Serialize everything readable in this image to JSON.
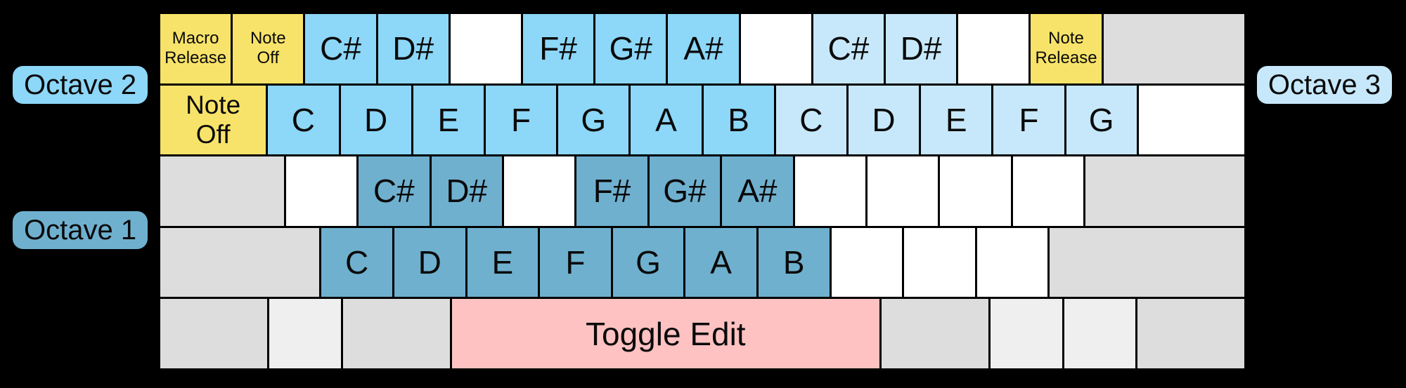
{
  "labels": {
    "octave1": "Octave 1",
    "octave2": "Octave 2",
    "octave3": "Octave 3"
  },
  "colors": {
    "background": "#000000",
    "key_border": "#000000",
    "text": "#0a0a0a",
    "yellow": "#f8e36a",
    "octave1_blue": "#6fb0cf",
    "octave2_blue": "#8dd7f8",
    "octave3_blue": "#c7e8fa",
    "blank_white": "#ffffff",
    "gray": "#dddddd",
    "gray_light": "#efefef",
    "pink": "#ffc2c2"
  },
  "keyboard": {
    "rows": [
      {
        "name": "number-row",
        "keys": [
          {
            "name": "key-macro-release",
            "label": "Macro\nRelease",
            "color": "yellow",
            "w": 1,
            "size": "sm"
          },
          {
            "name": "key-note-off",
            "label": "Note\nOff",
            "color": "yellow",
            "w": 1,
            "size": "sm"
          },
          {
            "name": "key-note-csharp2",
            "label": "C#",
            "color": "octave2",
            "w": 1,
            "size": "lg"
          },
          {
            "name": "key-note-dsharp2",
            "label": "D#",
            "color": "octave2",
            "w": 1,
            "size": "lg"
          },
          {
            "name": "key-unassigned",
            "label": "",
            "color": "blank",
            "w": 1
          },
          {
            "name": "key-note-fsharp2",
            "label": "F#",
            "color": "octave2",
            "w": 1,
            "size": "lg"
          },
          {
            "name": "key-note-gsharp2",
            "label": "G#",
            "color": "octave2",
            "w": 1,
            "size": "lg"
          },
          {
            "name": "key-note-asharp2",
            "label": "A#",
            "color": "octave2",
            "w": 1,
            "size": "lg"
          },
          {
            "name": "key-unassigned",
            "label": "",
            "color": "blank",
            "w": 1
          },
          {
            "name": "key-note-csharp3",
            "label": "C#",
            "color": "octave3",
            "w": 1,
            "size": "lg"
          },
          {
            "name": "key-note-dsharp3",
            "label": "D#",
            "color": "octave3",
            "w": 1,
            "size": "lg"
          },
          {
            "name": "key-unassigned",
            "label": "",
            "color": "blank",
            "w": 1
          },
          {
            "name": "key-note-release",
            "label": "Note\nRelease",
            "color": "yellow",
            "w": 1,
            "size": "sm"
          },
          {
            "name": "key-unmapped-gray",
            "label": "",
            "color": "gray",
            "w": 2
          }
        ]
      },
      {
        "name": "tab-row",
        "keys": [
          {
            "name": "key-note-off-2",
            "label": "Note\nOff",
            "color": "yellow",
            "w": 1.5,
            "size": "md"
          },
          {
            "name": "key-note-c2",
            "label": "C",
            "color": "octave2",
            "w": 1,
            "size": "lg"
          },
          {
            "name": "key-note-d2",
            "label": "D",
            "color": "octave2",
            "w": 1,
            "size": "lg"
          },
          {
            "name": "key-note-e2",
            "label": "E",
            "color": "octave2",
            "w": 1,
            "size": "lg"
          },
          {
            "name": "key-note-f2",
            "label": "F",
            "color": "octave2",
            "w": 1,
            "size": "lg"
          },
          {
            "name": "key-note-g2",
            "label": "G",
            "color": "octave2",
            "w": 1,
            "size": "lg"
          },
          {
            "name": "key-note-a2",
            "label": "A",
            "color": "octave2",
            "w": 1,
            "size": "lg"
          },
          {
            "name": "key-note-b2",
            "label": "B",
            "color": "octave2",
            "w": 1,
            "size": "lg"
          },
          {
            "name": "key-note-c3",
            "label": "C",
            "color": "octave3",
            "w": 1,
            "size": "lg"
          },
          {
            "name": "key-note-d3",
            "label": "D",
            "color": "octave3",
            "w": 1,
            "size": "lg"
          },
          {
            "name": "key-note-e3",
            "label": "E",
            "color": "octave3",
            "w": 1,
            "size": "lg"
          },
          {
            "name": "key-note-f3",
            "label": "F",
            "color": "octave3",
            "w": 1,
            "size": "lg"
          },
          {
            "name": "key-note-g3",
            "label": "G",
            "color": "octave3",
            "w": 1,
            "size": "lg"
          },
          {
            "name": "key-unassigned",
            "label": "",
            "color": "blank",
            "w": 1.5
          }
        ]
      },
      {
        "name": "home-row",
        "keys": [
          {
            "name": "key-unmapped-gray",
            "label": "",
            "color": "gray",
            "w": 1.75
          },
          {
            "name": "key-unassigned",
            "label": "",
            "color": "blank",
            "w": 1
          },
          {
            "name": "key-note-csharp1",
            "label": "C#",
            "color": "octave1",
            "w": 1,
            "size": "lg"
          },
          {
            "name": "key-note-dsharp1",
            "label": "D#",
            "color": "octave1",
            "w": 1,
            "size": "lg"
          },
          {
            "name": "key-unassigned",
            "label": "",
            "color": "blank",
            "w": 1
          },
          {
            "name": "key-note-fsharp1",
            "label": "F#",
            "color": "octave1",
            "w": 1,
            "size": "lg"
          },
          {
            "name": "key-note-gsharp1",
            "label": "G#",
            "color": "octave1",
            "w": 1,
            "size": "lg"
          },
          {
            "name": "key-note-asharp1",
            "label": "A#",
            "color": "octave1",
            "w": 1,
            "size": "lg"
          },
          {
            "name": "key-unassigned",
            "label": "",
            "color": "blank",
            "w": 1
          },
          {
            "name": "key-unassigned",
            "label": "",
            "color": "blank",
            "w": 1
          },
          {
            "name": "key-unassigned",
            "label": "",
            "color": "blank",
            "w": 1
          },
          {
            "name": "key-unassigned",
            "label": "",
            "color": "blank",
            "w": 1
          },
          {
            "name": "key-unmapped-gray",
            "label": "",
            "color": "gray",
            "w": 2.25
          }
        ]
      },
      {
        "name": "shift-row",
        "keys": [
          {
            "name": "key-unmapped-gray",
            "label": "",
            "color": "gray",
            "w": 2.25
          },
          {
            "name": "key-note-c1",
            "label": "C",
            "color": "octave1",
            "w": 1,
            "size": "lg"
          },
          {
            "name": "key-note-d1",
            "label": "D",
            "color": "octave1",
            "w": 1,
            "size": "lg"
          },
          {
            "name": "key-note-e1",
            "label": "E",
            "color": "octave1",
            "w": 1,
            "size": "lg"
          },
          {
            "name": "key-note-f1",
            "label": "F",
            "color": "octave1",
            "w": 1,
            "size": "lg"
          },
          {
            "name": "key-note-g1",
            "label": "G",
            "color": "octave1",
            "w": 1,
            "size": "lg"
          },
          {
            "name": "key-note-a1",
            "label": "A",
            "color": "octave1",
            "w": 1,
            "size": "lg"
          },
          {
            "name": "key-note-b1",
            "label": "B",
            "color": "octave1",
            "w": 1,
            "size": "lg"
          },
          {
            "name": "key-unassigned",
            "label": "",
            "color": "blank",
            "w": 1
          },
          {
            "name": "key-unassigned",
            "label": "",
            "color": "blank",
            "w": 1
          },
          {
            "name": "key-unassigned",
            "label": "",
            "color": "blank",
            "w": 1
          },
          {
            "name": "key-unmapped-gray",
            "label": "",
            "color": "gray",
            "w": 2.75
          }
        ]
      },
      {
        "name": "bottom-row",
        "keys": [
          {
            "name": "key-unmapped-gray",
            "label": "",
            "color": "gray",
            "w": 1.5
          },
          {
            "name": "key-unmapped-gray-light",
            "label": "",
            "color": "gray-light",
            "w": 1
          },
          {
            "name": "key-unmapped-gray",
            "label": "",
            "color": "gray",
            "w": 1.5
          },
          {
            "name": "key-toggle-edit",
            "label": "Toggle Edit",
            "color": "pink",
            "w": 6,
            "size": "lg"
          },
          {
            "name": "key-unmapped-gray",
            "label": "",
            "color": "gray",
            "w": 1.5
          },
          {
            "name": "key-unmapped-gray-light",
            "label": "",
            "color": "gray-light",
            "w": 1
          },
          {
            "name": "key-unmapped-gray-light",
            "label": "",
            "color": "gray-light",
            "w": 1
          },
          {
            "name": "key-unmapped-gray",
            "label": "",
            "color": "gray",
            "w": 1.5
          }
        ]
      }
    ]
  }
}
